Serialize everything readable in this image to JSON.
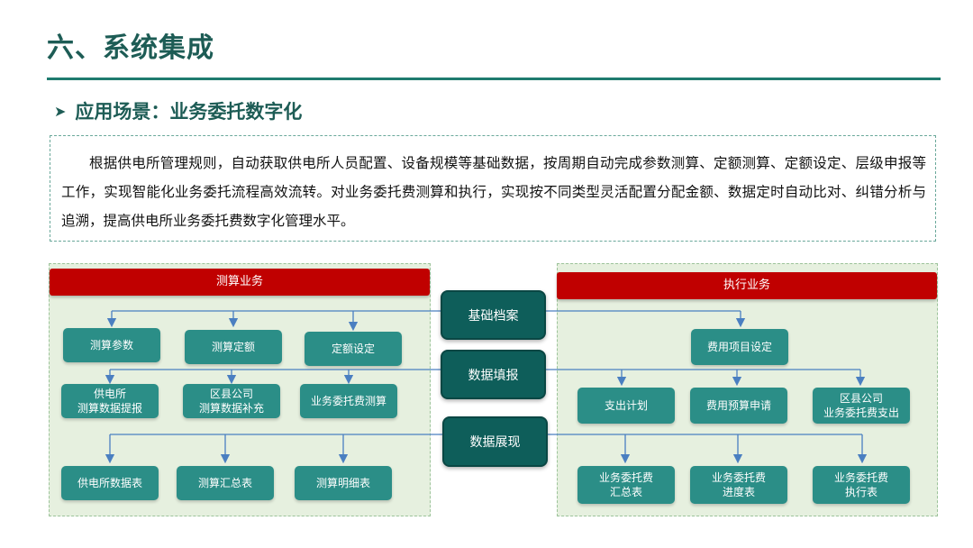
{
  "page": {
    "title": "六、系统集成",
    "subtitle": "应用场景：业务委托数字化",
    "description": "根据供电所管理规则，自动获取供电所人员配置、设备规模等基础数据，按周期自动完成参数测算、定额测算、定额设定、层级申报等工作，实现智能化业务委托流程高效流转。对业务委托费测算和执行，实现按不同类型灵活配置分配金额、数据定时自动比对、纠错分析与追溯，提高供电所业务委托费数字化管理水平。"
  },
  "diagram": {
    "left_header": "测算业务",
    "right_header": "执行业务",
    "hubs": [
      "基础档案",
      "数据填报",
      "数据展现"
    ],
    "left": {
      "row1": [
        "测算参数",
        "测算定额",
        "定额设定"
      ],
      "row2": [
        [
          "供电所",
          "测算数据提报"
        ],
        [
          "区县公司",
          "测算数据补充"
        ],
        [
          "业务委托费测算"
        ]
      ],
      "row3": [
        "供电所数据表",
        "测算汇总表",
        "测算明细表"
      ]
    },
    "right": {
      "row1": [
        "费用项目设定"
      ],
      "row2": [
        [
          "支出计划"
        ],
        [
          "费用预算申请"
        ],
        [
          "区县公司",
          "业务委托费支出"
        ]
      ],
      "row3": [
        [
          "业务委托费",
          "汇总表"
        ],
        [
          "业务委托费",
          "进度表"
        ],
        [
          "业务委托费",
          "执行表"
        ]
      ]
    },
    "colors": {
      "header_red": "#c00000",
      "box_teal": "#2b8e87",
      "hub_teal": "#0e5e5a",
      "panel_green": "#e6f0df",
      "line_blue": "#4a7fc1"
    }
  }
}
